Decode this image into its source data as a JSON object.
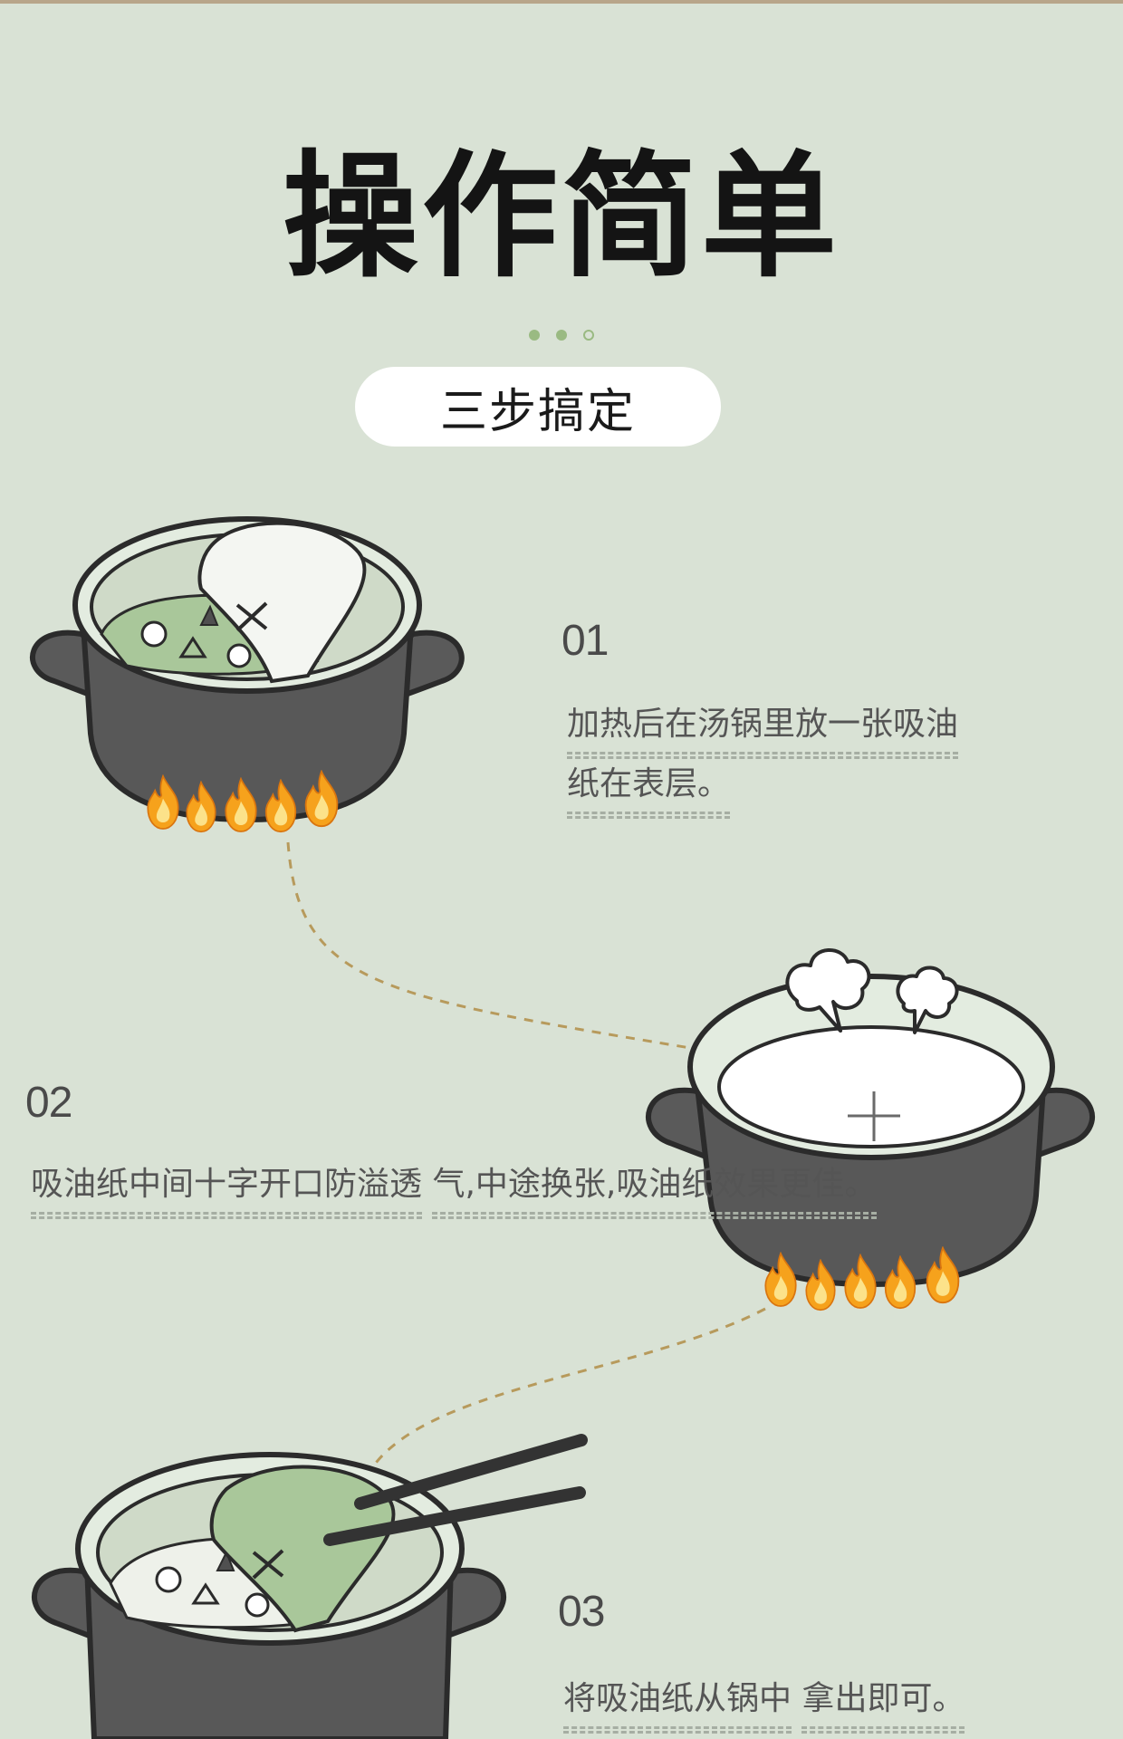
{
  "title": "操作简单",
  "subtitle": "三步搞定",
  "steps": [
    {
      "num": "01",
      "lines": [
        "加热后在汤锅里放一张吸油",
        "纸在表层。"
      ]
    },
    {
      "num": "02",
      "lines": [
        "吸油纸中间十字开口防溢透",
        "气,中途换张,吸油纸效果更佳。"
      ]
    },
    {
      "num": "03",
      "lines": [
        "将吸油纸从锅中",
        "拿出即可。"
      ]
    }
  ],
  "colors": {
    "background": "#d9e2d5",
    "accent": "#9aba82",
    "pot": "#585858",
    "paper_green": "#a9c79a",
    "flame": "#f6a21c",
    "dashed_path": "#b79a5c"
  },
  "icons": [
    "pot-icon",
    "flame-icon",
    "oil-paper-icon",
    "steam-icon",
    "chopsticks-icon"
  ]
}
